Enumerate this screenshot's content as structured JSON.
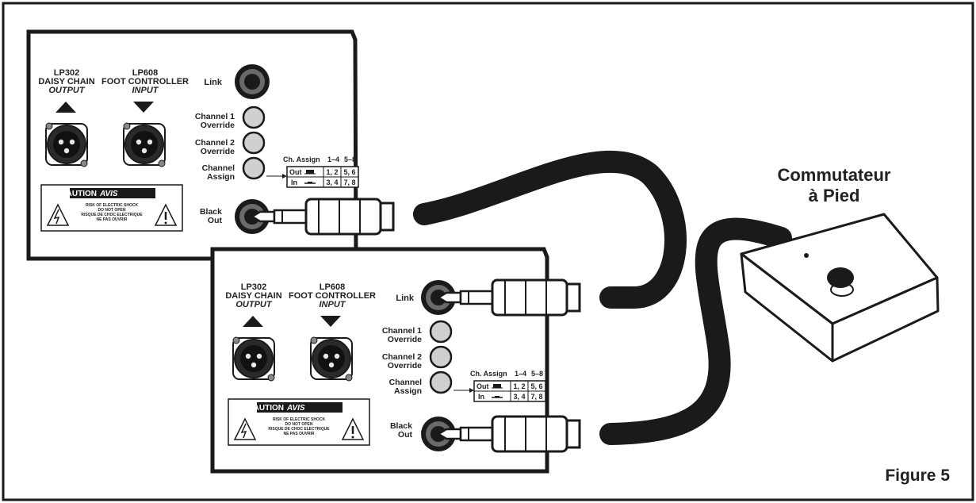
{
  "foot_switch": {
    "line1": "Commutateur",
    "line2": "à Pied"
  },
  "figure_label": "Figure 5",
  "panel": {
    "daisy_chain": {
      "model": "LP302",
      "name": "DAISY CHAIN",
      "dir": "OUTPUT"
    },
    "foot_controller": {
      "model": "LP608",
      "name": "FOOT CONTROLLER",
      "dir": "INPUT"
    },
    "link": "Link",
    "ch1": {
      "line1": "Channel 1",
      "line2": "Override"
    },
    "ch2": {
      "line1": "Channel 2",
      "line2": "Override"
    },
    "assign": {
      "line1": "Channel",
      "line2": "Assign"
    },
    "blackout": {
      "line1": "Black",
      "line2": "Out"
    },
    "table": {
      "header": "Ch. Assign",
      "h1": "1–4",
      "h2": "5–8",
      "out": "Out",
      "in": "In",
      "out_a": "1, 2",
      "out_b": "5, 6",
      "in_a": "3, 4",
      "in_b": "7, 8"
    },
    "caution": {
      "title": "CAUTION",
      "avis": "AVIS",
      "line1": "RISK OF ELECTRIC SHOCK",
      "line2": "DO NOT OPEN",
      "line3": "RISQUE DE CHOC ELECTRIQUE",
      "line4": "NE PAS OUVRIR"
    }
  },
  "colors": {
    "ink": "#1a1a1a",
    "knob": "#cfcfcf",
    "panel": "#ffffff"
  }
}
